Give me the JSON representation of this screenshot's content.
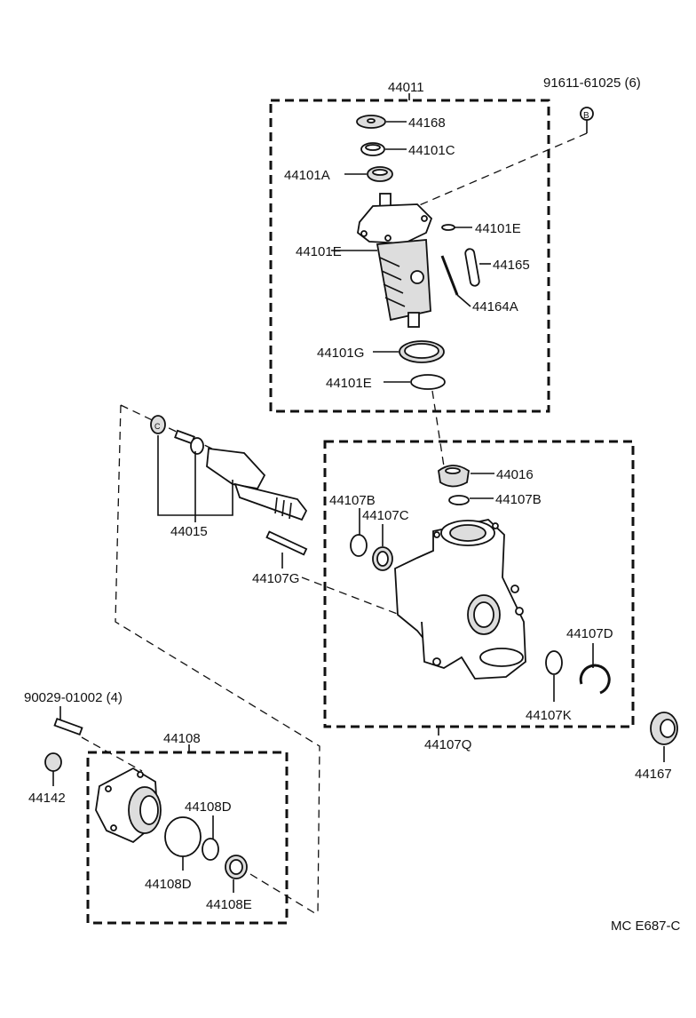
{
  "labels": {
    "p44011": "44011",
    "p91611": "91611-61025 (6)",
    "p44168": "44168",
    "p44101c": "44101C",
    "p44101a": "44101A",
    "p44101e_a": "44101E",
    "p44101e_b": "44101E",
    "p44165": "44165",
    "p44164a": "44164A",
    "p44101g": "44101G",
    "p44101e_c": "44101E",
    "p44016": "44016",
    "p44107b_a": "44107B",
    "p44107b_b": "44107B",
    "p44107c": "44107C",
    "p44015": "44015",
    "p44107g": "44107G",
    "p44107d": "44107D",
    "p44107k": "44107K",
    "p44107q": "44107Q",
    "p44167": "44167",
    "p90029": "90029-01002 (4)",
    "p44108": "44108",
    "p44142": "44142",
    "p44108d_a": "44108D",
    "p44108d_b": "44108D",
    "p44108e": "44108E",
    "code": "MC E687-C",
    "sym_b": "B",
    "sym_c": "C"
  },
  "colors": {
    "line": "#111111",
    "background": "#ffffff"
  }
}
